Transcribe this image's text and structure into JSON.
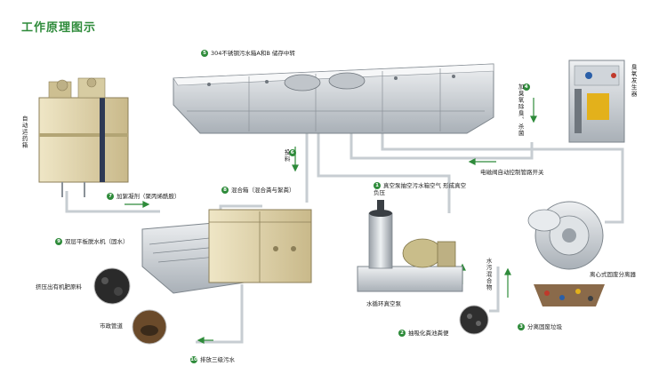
{
  "title": "工作原理图示",
  "steps": [
    {
      "num": "5",
      "text": "304不锈钢污水箱A和B 储存中转"
    },
    {
      "num": "4",
      "text": "加臭氧除臭、杀菌"
    },
    {
      "num": "6",
      "text": "投料"
    },
    {
      "num": "7",
      "text": "加絮凝剂（聚丙烯酰胺）"
    },
    {
      "num": "8",
      "text": "混合箱（混合粪与絮粪）"
    },
    {
      "num": "1",
      "text": "真空泵抽空污水箱空气 形成真空负压"
    },
    {
      "num": "9",
      "text": "双层平板脱水机（固水）"
    },
    {
      "num": "10",
      "text": "排放三级污水"
    },
    {
      "num": "2",
      "text": "抽吸化粪池粪便"
    },
    {
      "num": "3",
      "text": "分离固废垃圾"
    }
  ],
  "labels": {
    "dosing_box": "自动适药箱",
    "ozone_gen": "臭氧发生器",
    "valve_switch": "电磁阀自动控制管路开关",
    "vacuum_pump": "水循环真空泵",
    "organic_fert": "挤压出有机肥原料",
    "sewer": "市政管道",
    "water_mix": "水污混合物",
    "separator": "离心式固废分离器"
  },
  "colors": {
    "accent": "#2e8b3a",
    "pipe": "#c7cdd2"
  }
}
